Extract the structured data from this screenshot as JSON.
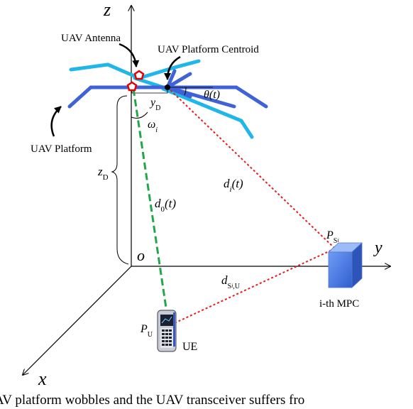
{
  "axes": {
    "z": "z",
    "y": "y",
    "x": "x",
    "origin": "o"
  },
  "labels": {
    "uav_antenna": "UAV Antenna",
    "uav_platform_centroid": "UAV Platform Centroid",
    "uav_platform": "UAV Platform",
    "mpc": "i-th MPC",
    "ue": "UE"
  },
  "math": {
    "z_d_main": "z",
    "z_d_sub": "D",
    "y_d_main": "y",
    "y_d_sub": "D",
    "omega_main": "ω",
    "omega_sub": "i",
    "theta": "θ(t)",
    "d_i_main": "d",
    "d_i_sub": "i",
    "d_i_tail": "(t)",
    "d_0_main": "d",
    "d_0_sub": "0",
    "d_0_tail": "(t)",
    "d_su_main": "d",
    "d_su_sub": "S",
    "d_su_subsub": "i",
    "d_su_tail": ",U",
    "p_s_main": "P",
    "p_s_sub": "S",
    "p_s_subsub": "i",
    "p_u_main": "P",
    "p_u_sub": "U"
  },
  "caption": "AV platform wobbles and the UAV transceiver suffers fro",
  "colors": {
    "platform_dark": "#3f63d6",
    "platform_light": "#1fb6ea",
    "marker_red": "#e60000",
    "ray_red": "#e32020",
    "los_green": "#21a649",
    "mpc_blue": "#5b8cf0"
  }
}
